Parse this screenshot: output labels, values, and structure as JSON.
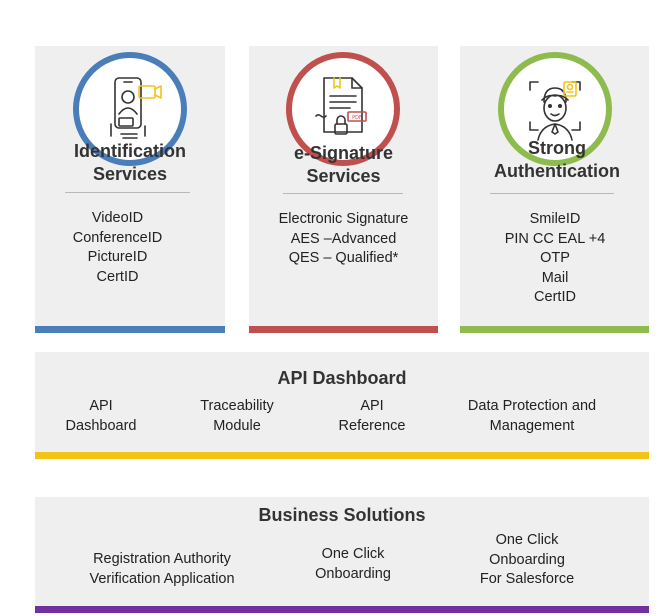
{
  "colors": {
    "identification": "#4a7ebb",
    "esignature": "#c0504d",
    "authentication": "#8dbb4e",
    "api": "#f3c316",
    "business": "#7030a0",
    "panel_bg": "#efefef"
  },
  "services": [
    {
      "icon": "smartphone-video-person-icon",
      "title_lines": [
        "Identification",
        "Services"
      ],
      "items": [
        "VideoID",
        "ConferenceID",
        "PictureID",
        "CertID"
      ]
    },
    {
      "icon": "signed-document-pdf-lock-icon",
      "title_lines": [
        "e-Signature",
        "Services"
      ],
      "items": [
        "Electronic Signature",
        "AES –Advanced",
        "QES – Qualified*"
      ]
    },
    {
      "icon": "face-recognition-icon",
      "title_lines": [
        "Strong",
        "Authentication"
      ],
      "items": [
        "SmileID",
        "PIN CC EAL +4",
        "OTP",
        "Mail",
        "CertID"
      ]
    }
  ],
  "api_dashboard": {
    "title": "API Dashboard",
    "items": [
      [
        "API",
        "Dashboard"
      ],
      [
        "Traceability",
        "Module"
      ],
      [
        "API",
        "Reference"
      ],
      [
        "Data Protection and",
        "Management"
      ]
    ]
  },
  "business_solutions": {
    "title": "Business Solutions",
    "items": [
      [
        "Registration Authority",
        "Verification Application"
      ],
      [
        "One Click",
        "Onboarding"
      ],
      [
        "One Click",
        "Onboarding",
        "For Salesforce"
      ]
    ]
  }
}
